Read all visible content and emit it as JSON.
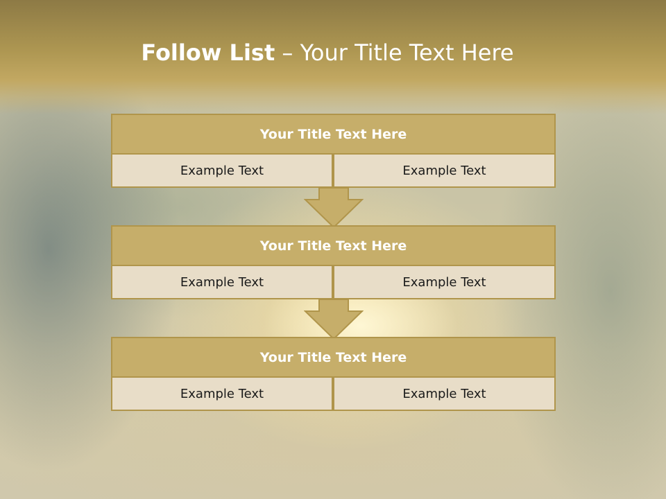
{
  "slide": {
    "title_bold": "Follow List",
    "title_rest": " – Your Title Text Here"
  },
  "blocks": [
    {
      "title": "Your Title Text Here",
      "left": "Example Text",
      "right": "Example Text"
    },
    {
      "title": "Your Title Text Here",
      "left": "Example Text",
      "right": "Example Text"
    },
    {
      "title": "Your Title Text Here",
      "left": "Example Text",
      "right": "Example Text"
    }
  ],
  "colors": {
    "header_gold": "#ae9752",
    "title_bar": "#c6ae6a",
    "cell": "#e8ddc8",
    "border": "#b0954b"
  }
}
